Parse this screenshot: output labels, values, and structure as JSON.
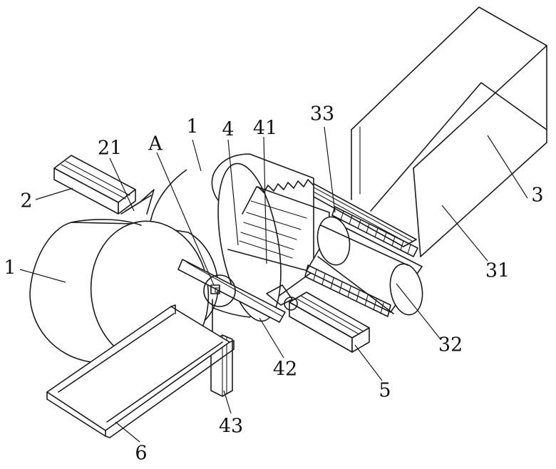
{
  "colors": {
    "line": "#1a1a1a",
    "background": "#ffffff"
  },
  "labels": {
    "l_1_left": "1",
    "l_2": "2",
    "l_21": "21",
    "l_A": "A",
    "l_1_top": "1",
    "l_4": "4",
    "l_41": "41",
    "l_33": "33",
    "l_3": "3",
    "l_31": "31",
    "l_32": "32",
    "l_42": "42",
    "l_43": "43",
    "l_5": "5",
    "l_6": "6"
  }
}
